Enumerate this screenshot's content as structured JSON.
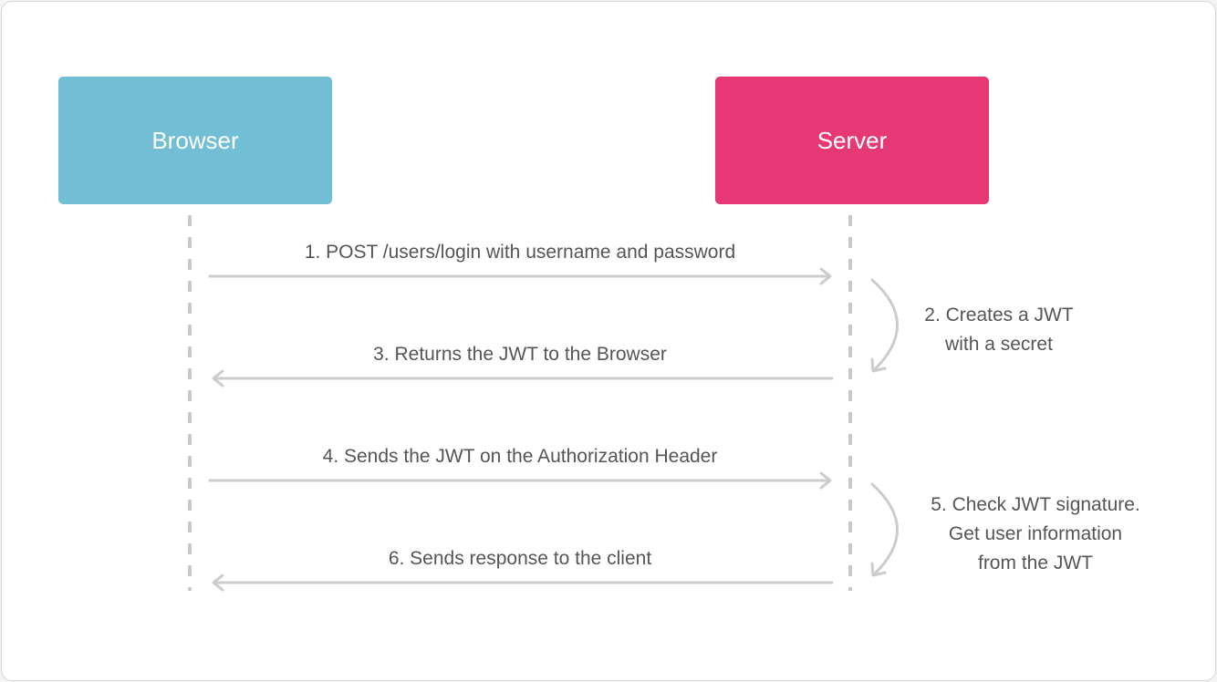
{
  "colors": {
    "browser": "#72bed4",
    "server": "#e53875",
    "arrow": "#cccccc",
    "text": "#555555"
  },
  "actors": {
    "browser": "Browser",
    "server": "Server"
  },
  "messages": [
    {
      "label": "1. POST /users/login with username and password",
      "direction": "right"
    },
    {
      "label": "3. Returns the JWT to the Browser",
      "direction": "left"
    },
    {
      "label": "4. Sends the JWT on the Authorization Header",
      "direction": "right"
    },
    {
      "label": "6. Sends response to the client",
      "direction": "left"
    }
  ],
  "notes": [
    {
      "label": "2. Creates a JWT\nwith a secret"
    },
    {
      "label": "5. Check JWT signature.\nGet user information\nfrom the JWT"
    }
  ]
}
